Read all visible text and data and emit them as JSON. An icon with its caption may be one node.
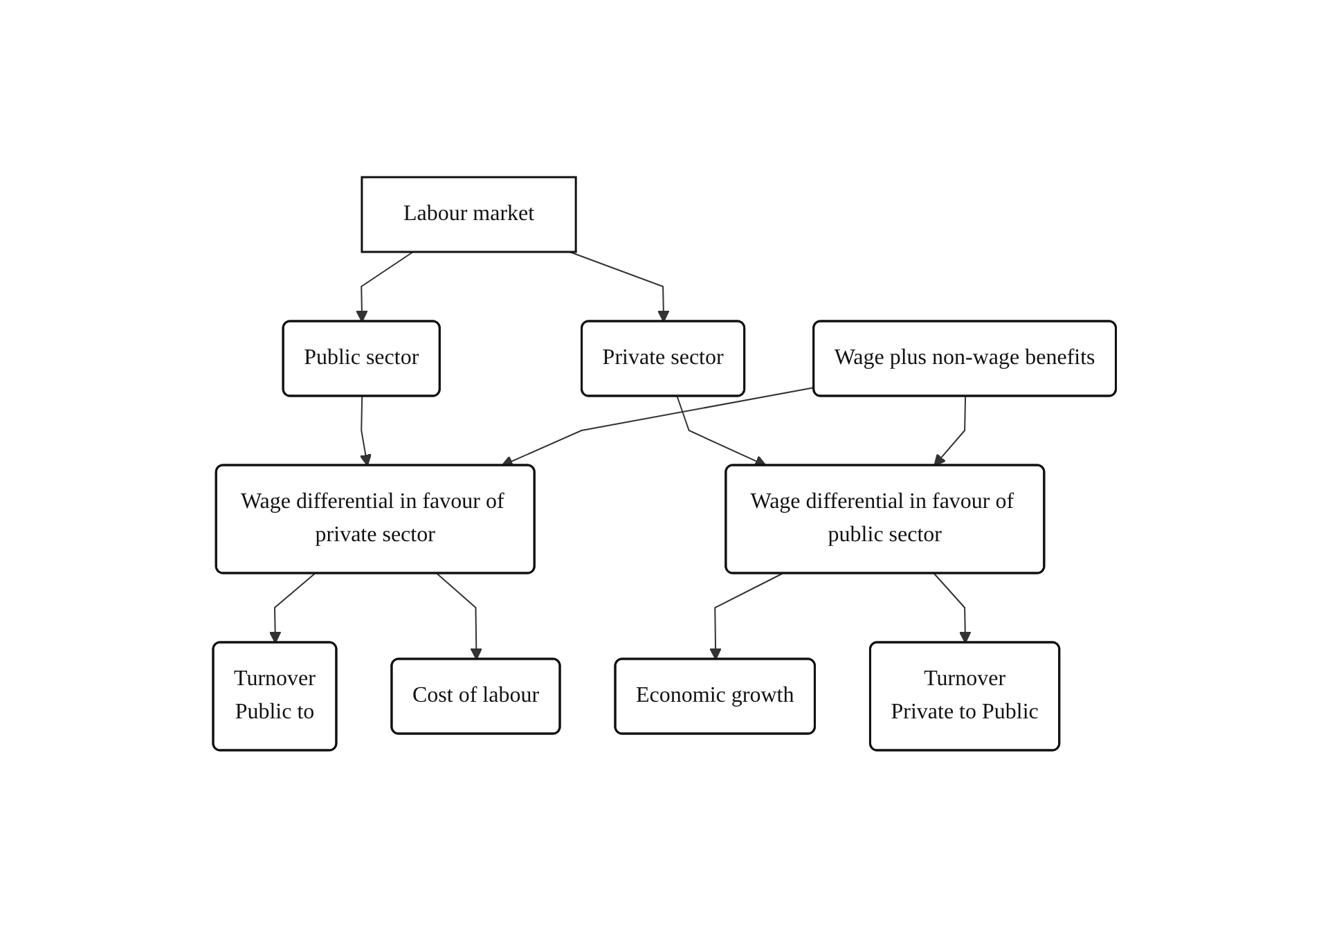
{
  "diagram": {
    "nodes": [
      {
        "text": [
          "Labour market"
        ]
      },
      {
        "text": [
          "Public sector"
        ]
      },
      {
        "text": [
          "Private sector"
        ]
      },
      {
        "text": [
          "Wage differential in favour of private sector"
        ]
      },
      {
        "text": [
          "Wage plus non-wage benefits"
        ]
      },
      {
        "text": [
          "Wage differential in favour of public sector"
        ]
      },
      {
        "text": [
          "Turnover",
          "Public to"
        ]
      },
      {
        "text": [
          "Cost of labour"
        ]
      },
      {
        "text": [
          "Economic growth"
        ]
      },
      {
        "text": [
          "Turnover",
          "Private to Public"
        ]
      }
    ],
    "edges": [
      {
        "from": 0,
        "to": 1,
        "arrow": "to"
      },
      {
        "from": 0,
        "to": 2,
        "arrow": "to"
      },
      {
        "from": 1,
        "to": 3,
        "arrow": "to"
      },
      {
        "from": 2,
        "to": 5,
        "arrow": "to"
      },
      {
        "from": 4,
        "to": 3,
        "arrow": "to"
      },
      {
        "from": 4,
        "to": 5,
        "arrow": "to"
      },
      {
        "from": 3,
        "to": 6,
        "arrow": "to"
      },
      {
        "from": 3,
        "to": 7,
        "arrow": "to"
      },
      {
        "from": 5,
        "to": 8,
        "arrow": "to"
      },
      {
        "from": 5,
        "to": 9,
        "arrow": "to"
      }
    ]
  }
}
